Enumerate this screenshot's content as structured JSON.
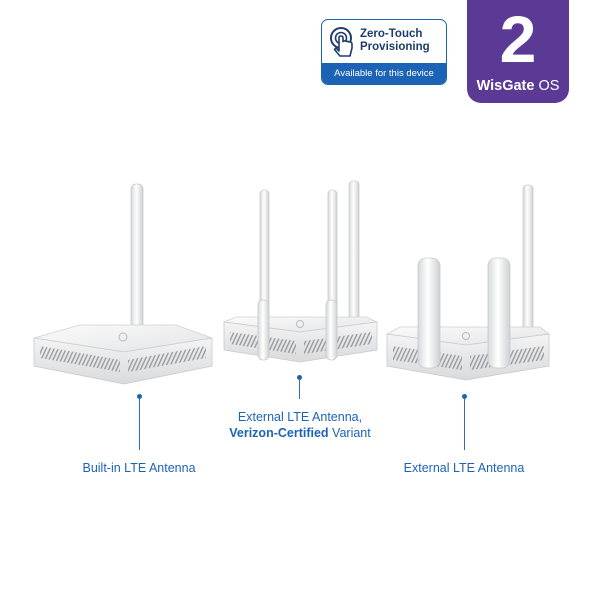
{
  "ztp_badge": {
    "title": "Zero-Touch\nProvisioning",
    "subtitle": "Available for this device",
    "icon": "touch-hand-icon",
    "colors": {
      "blue": "#1d63b5",
      "text": "#1e3d6b"
    }
  },
  "os_badge": {
    "number": "2",
    "brand": "WisGate",
    "suffix": " OS",
    "color": "#5b3a96"
  },
  "variants": [
    {
      "label": "Built-in LTE Antenna"
    },
    {
      "label_line1": "External LTE Antenna,",
      "label_line2_bold": "Verizon-Certified",
      "label_line2_rest": " Variant"
    },
    {
      "label": "External LTE Antenna"
    }
  ]
}
